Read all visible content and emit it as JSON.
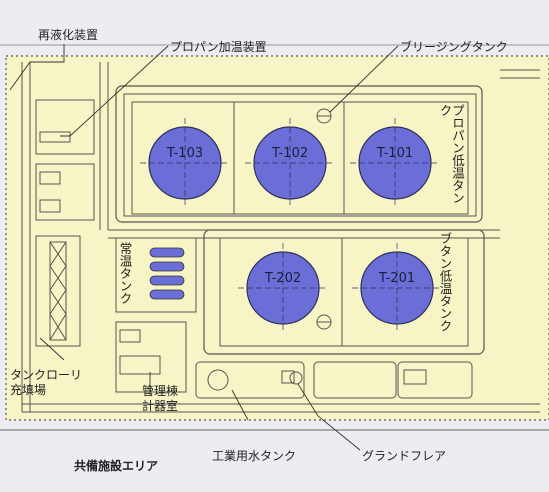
{
  "callouts": {
    "reliquefaction": "再液化装置",
    "propane_heater": "プロパン加温装置",
    "freezing_tank": "ブリージングタンク"
  },
  "groups": {
    "propane_lowtemp_line1": "プロパン低温",
    "propane_lowtemp_line2": "タンク",
    "butane_lowtemp_line1": "ブタン低温",
    "butane_lowtemp_line2": "タンク",
    "normal_temp_line1": "常温",
    "normal_temp_line2": "タンク"
  },
  "tanks": [
    {
      "id": "T-103",
      "group": "propane"
    },
    {
      "id": "T-102",
      "group": "propane"
    },
    {
      "id": "T-101",
      "group": "propane"
    },
    {
      "id": "T-202",
      "group": "butane"
    },
    {
      "id": "T-201",
      "group": "butane"
    }
  ],
  "facilities": {
    "tank_lorry_line1": "タンクローリ",
    "tank_lorry_line2": "充填場",
    "admin_line1": "管理棟",
    "admin_line2": "計器室",
    "water_tank": "工業用水タンク",
    "ground_flare": "グランドフレア",
    "common_area": "共備施設エリア"
  },
  "colors": {
    "site_fill": "#f7f5c6",
    "tank_fill": "#6a6ed6",
    "line": "#505050"
  }
}
